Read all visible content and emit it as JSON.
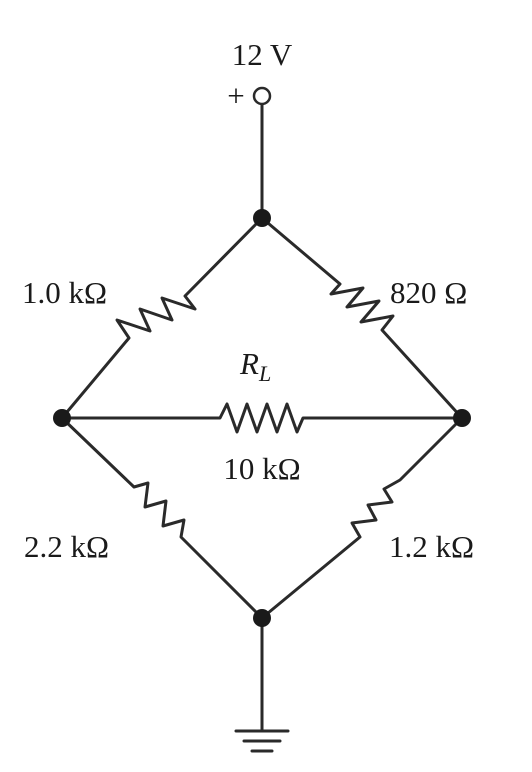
{
  "diagram": {
    "supply": {
      "voltage": "12 V",
      "polarity": "+"
    },
    "resistors": {
      "top_left": "1.0 kΩ",
      "top_right": "820 Ω",
      "bottom_left": "2.2 kΩ",
      "bottom_right": "1.2 kΩ",
      "load_name": "R",
      "load_subscript": "L",
      "load_value": "10 kΩ"
    },
    "ground": "ground-symbol"
  }
}
